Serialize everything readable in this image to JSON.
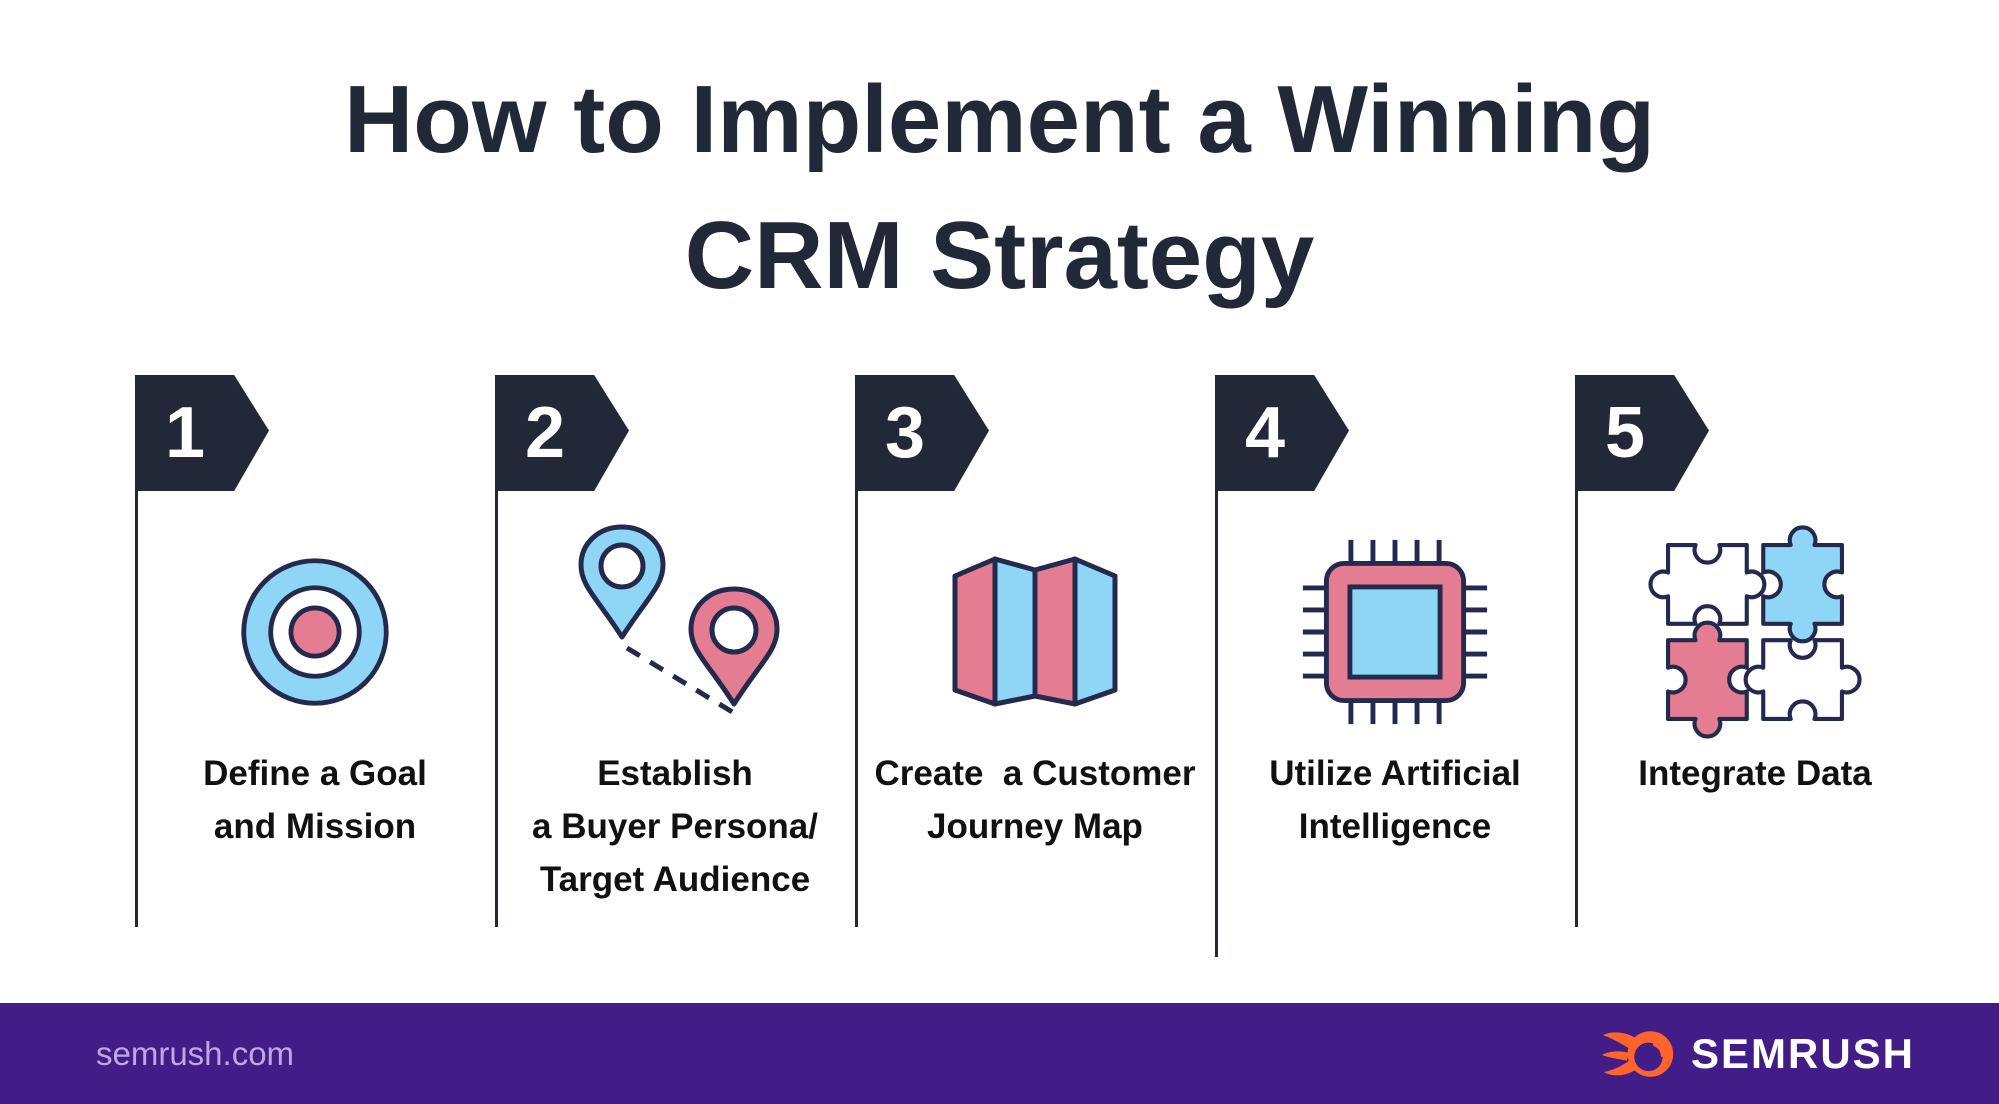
{
  "title": {
    "line1": "How to Implement a Winning",
    "line2": "CRM Strategy"
  },
  "steps": [
    {
      "number": "1",
      "icon": "target-icon",
      "label_lines": [
        "Define a Goal",
        "and Mission"
      ]
    },
    {
      "number": "2",
      "icon": "route-pins-icon",
      "label_lines": [
        "Establish",
        "a Buyer Persona/",
        "Target Audience"
      ]
    },
    {
      "number": "3",
      "icon": "folded-map-icon",
      "label_lines": [
        "Create  a Customer",
        "Journey Map"
      ]
    },
    {
      "number": "4",
      "icon": "ai-chip-icon",
      "label_lines": [
        "Utilize Artificial",
        "Intelligence"
      ]
    },
    {
      "number": "5",
      "icon": "puzzle-pieces-icon",
      "label_lines": [
        "Integrate Data"
      ]
    }
  ],
  "footer": {
    "website": "semrush.com",
    "brand": "SEMRUSH",
    "logo_icon": "semrush-flame-icon"
  },
  "colors": {
    "headline_navy": "#232839",
    "icon_outline_navy": "#232A4D",
    "accent_blue": "#8FD5F6",
    "accent_pink": "#E57D92",
    "footer_purple": "#421C87",
    "brand_orange": "#FF642D",
    "footer_link_lavender": "#BFA8E0",
    "label_black": "#111111"
  }
}
